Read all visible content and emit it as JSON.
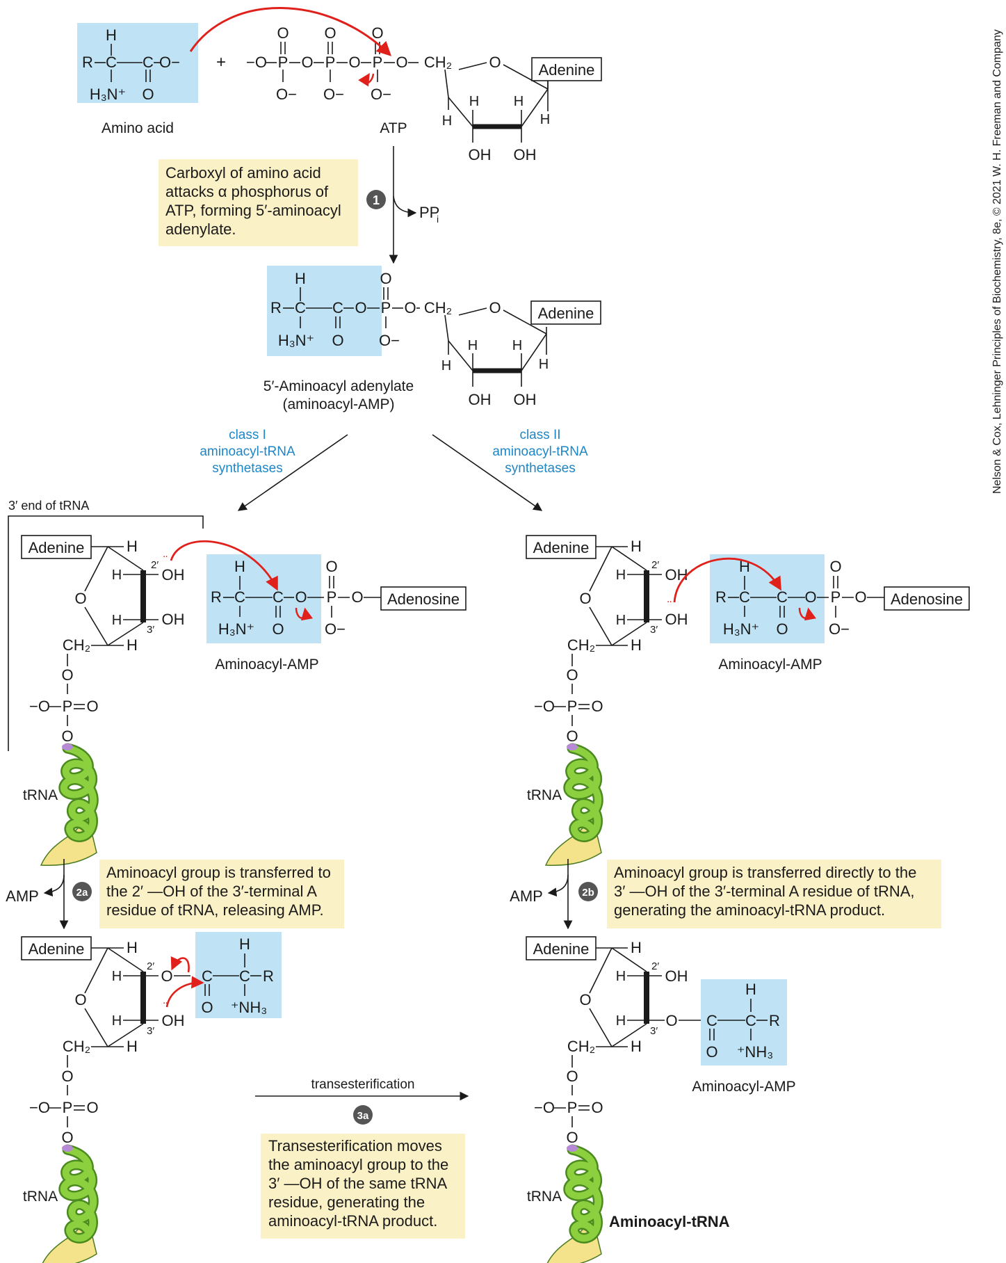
{
  "credit": "Nelson & Cox, Lehninger Principles of Biochemistry, 8e, © 2021 W. H. Freeman and Company",
  "colors": {
    "highlight": "#bfe3f5",
    "note": "#fbf1c7",
    "arrow": "#e0201b",
    "label_blue": "#1f86c6",
    "rna_green": "#8ccf3f",
    "rna_yellow": "#f4e38a",
    "rna_purple": "#b78ad6"
  },
  "chem": {
    "H": "H",
    "R": "R",
    "C": "C",
    "O": "O",
    "P": "P",
    "O_minus": "O−",
    "O_dash": "−O",
    "minus_O": "−O",
    "O_minus_only": "−",
    "H3N": "H₃N⁺",
    "NH3": "⁺NH₃",
    "OH": "OH",
    "CH2": "CH₂",
    "plus": "+",
    "adenine": "Adenine",
    "adenosine": "Adenosine",
    "two_prime": "2′",
    "three_prime": "3′",
    "lone_pair": "¨"
  },
  "labels": {
    "amino_acid": "Amino acid",
    "atp": "ATP",
    "ppi": "PP",
    "ppi_sub": "i",
    "aminoacyl_adenylate_1": "5′-Aminoacyl adenylate",
    "aminoacyl_adenylate_2": "(aminoacyl-AMP)",
    "class1": [
      "class I",
      "aminoacyl-tRNA",
      "synthetases"
    ],
    "class2": [
      "class II",
      "aminoacyl-tRNA",
      "synthetases"
    ],
    "three_end": "3′ end of tRNA",
    "aminoacyl_amp": "Aminoacyl-AMP",
    "trna": "tRNA",
    "amp": "AMP",
    "transesterification": "transesterification",
    "aminoacyl_trna": "Aminoacyl-tRNA"
  },
  "steps": {
    "s1": "1",
    "s2a": "2a",
    "s2b": "2b",
    "s3a": "3a"
  },
  "notes": {
    "n1": [
      "Carboxyl of amino acid",
      "attacks α phosphorus of",
      "ATP, forming 5′-aminoacyl",
      "adenylate."
    ],
    "n2a": [
      "Aminoacyl group is transferred to",
      "the 2′ —OH of the 3′-terminal A",
      "residue of tRNA, releasing AMP."
    ],
    "n2b": [
      "Aminoacyl group is transferred directly to the",
      "3′ —OH of the 3′-terminal A residue of tRNA,",
      "generating the aminoacyl-tRNA product."
    ],
    "n3a": [
      "Transesterification moves",
      "the aminoacyl group to the",
      "3′ —OH of the same tRNA",
      "residue, generating the",
      "aminoacyl-tRNA product."
    ]
  }
}
